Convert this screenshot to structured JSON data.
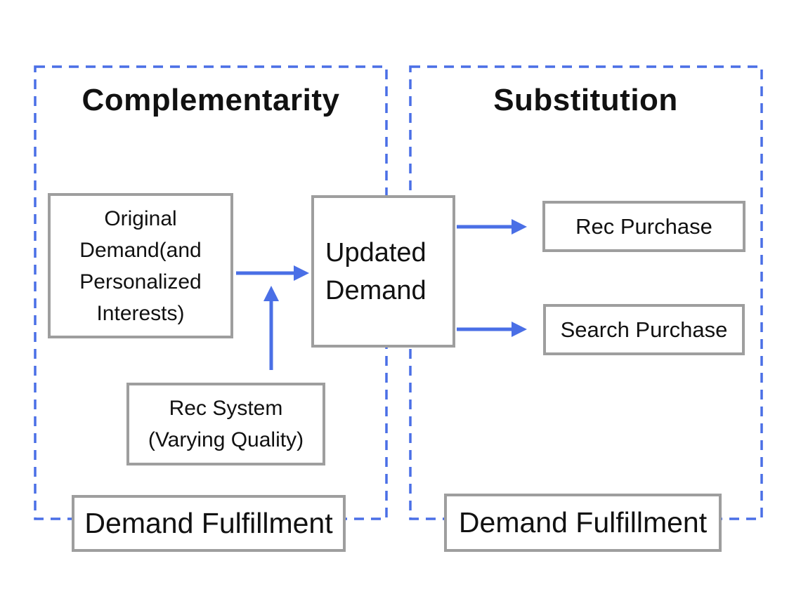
{
  "panels": {
    "complementarity": {
      "title": "Complementarity",
      "footer": "Demand Fulfillment"
    },
    "substitution": {
      "title": "Substitution",
      "footer": "Demand Fulfillment"
    }
  },
  "nodes": {
    "original_demand": "Original\nDemand(and\nPersonalized\nInterests)",
    "updated_demand": "Updated\nDemand",
    "rec_system": "Rec System\n(Varying Quality)",
    "rec_purchase": "Rec Purchase",
    "search_purchase": "Search Purchase"
  },
  "colors": {
    "accent_blue": "#4A6FE6",
    "box_border_gray": "#9E9E9E",
    "text_black": "#111111",
    "background": "#FFFFFF"
  }
}
